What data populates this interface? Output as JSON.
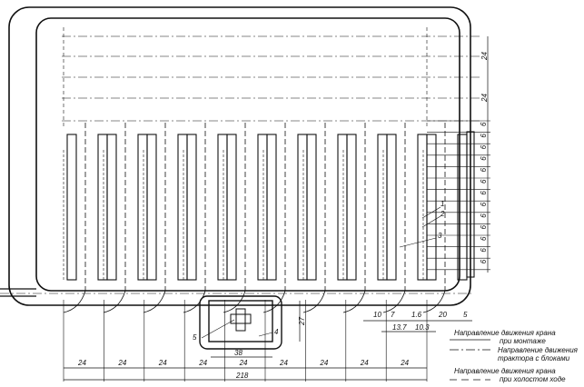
{
  "dimensions": {
    "bottom_pitch": [
      "24",
      "24",
      "24",
      "24",
      "24",
      "24",
      "24",
      "24",
      "24"
    ],
    "total_length": "218",
    "pit_width": "38",
    "pit_depth": "27",
    "right_vertical_large": [
      "24",
      "24"
    ],
    "right_vertical_small": [
      "6",
      "6",
      "6",
      "6",
      "6",
      "6",
      "6",
      "6",
      "6",
      "6",
      "6",
      "6",
      "6"
    ],
    "bottom_right": [
      "10",
      "7",
      "1.6",
      "20",
      "5"
    ],
    "bottom_right_lower": [
      "13.7",
      "10.3"
    ]
  },
  "callouts": [
    "1",
    "2",
    "3",
    "4",
    "5"
  ],
  "legend": [
    {
      "line1": "Направление движения крана",
      "line2": "при монтаже",
      "style": "solid"
    },
    {
      "line1": "Направление движения",
      "line2": "трактора с блоками",
      "style": "dashdot"
    },
    {
      "line1": "Направление движения крана",
      "line2": "при холостом ходе",
      "style": "dashed"
    }
  ]
}
